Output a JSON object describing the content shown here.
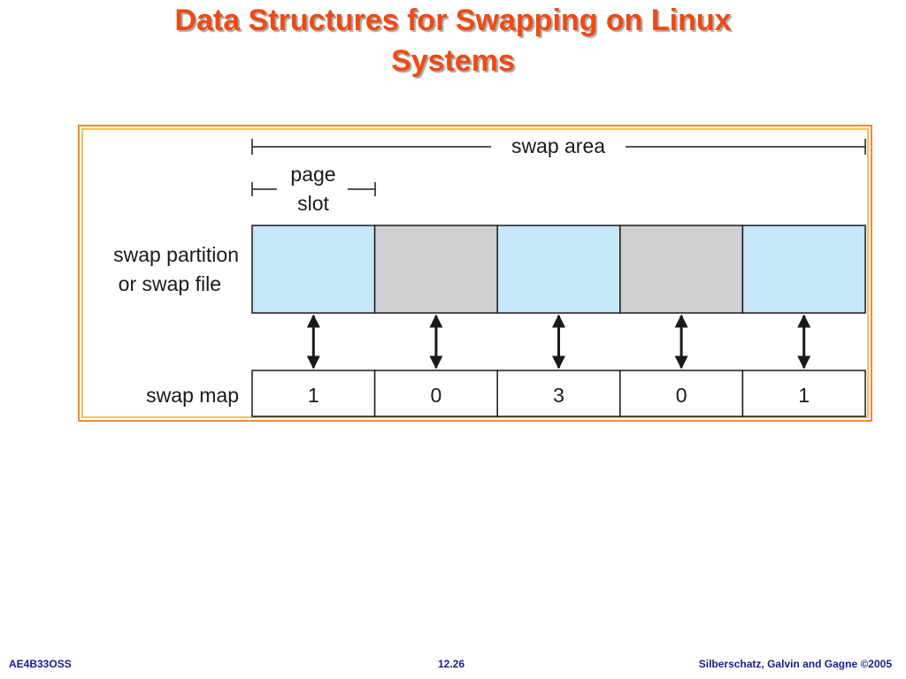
{
  "slide": {
    "title_line1": "Data Structures for Swapping on Linux",
    "title_line2": "Systems"
  },
  "diagram": {
    "swap_area_label": "swap area",
    "page_slot_label_line1": "page",
    "page_slot_label_line2": "slot",
    "partition_label_line1": "swap partition",
    "partition_label_line2": "or swap file",
    "swap_map_label": "swap map",
    "slots": [
      {
        "state": "used",
        "count": "1"
      },
      {
        "state": "free",
        "count": "0"
      },
      {
        "state": "used",
        "count": "3"
      },
      {
        "state": "free",
        "count": "0"
      },
      {
        "state": "used",
        "count": "1"
      }
    ],
    "colors": {
      "used": "#c6e7f8",
      "free": "#d0d0d2",
      "frame": "#f08a3c",
      "frame_inner": "#f5c060"
    }
  },
  "footer": {
    "course": "AE4B33OSS",
    "page": "12.26",
    "copyright": "Silberschatz, Galvin and Gagne ©2005"
  }
}
